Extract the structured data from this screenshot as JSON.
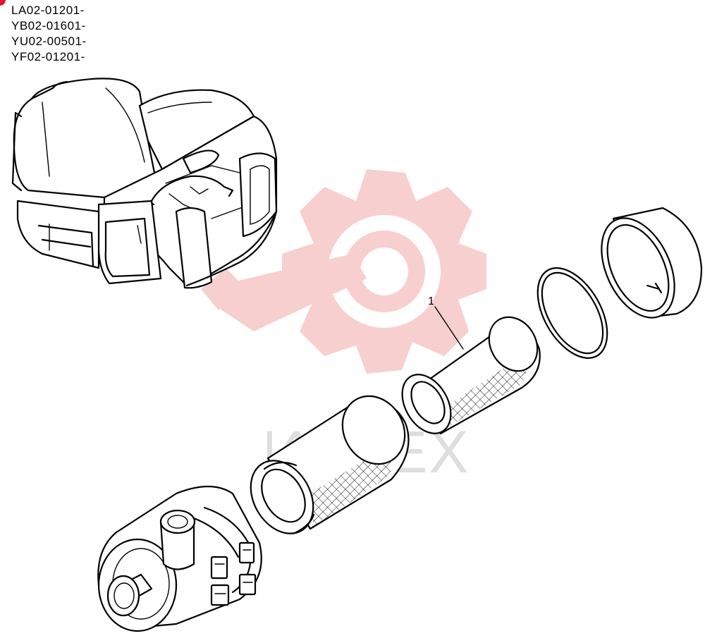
{
  "header": {
    "serials": [
      "LA02-01201-",
      "YB02-01601-",
      "YU02-00501-",
      "YF02-01201-"
    ]
  },
  "diagram": {
    "callouts": [
      {
        "label": "1"
      }
    ]
  },
  "watermark": {
    "text": "ИНТЕХ",
    "color": "#f7cfcf"
  },
  "colors": {
    "ink": "#000000",
    "corner_mark": "#e3132d"
  }
}
